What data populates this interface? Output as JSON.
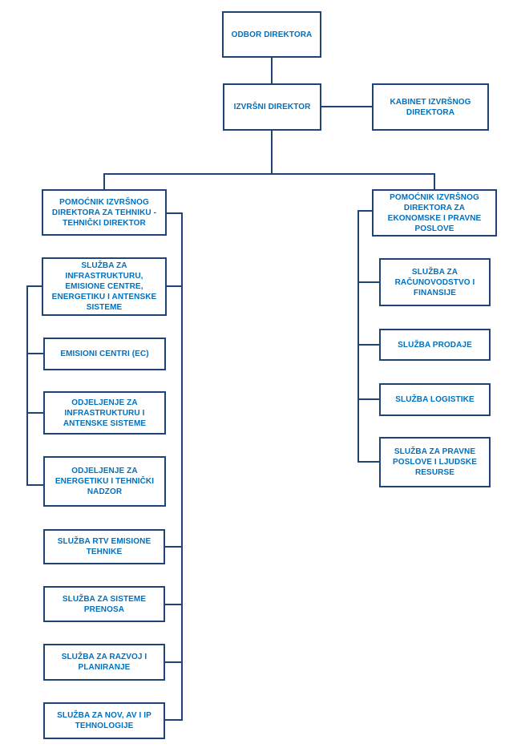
{
  "palette": {
    "box_border": "#1F4578",
    "connector_line": "#1F4578",
    "box_text": "#0070C0",
    "background": "#FFFFFF"
  },
  "org_chart": {
    "board": {
      "label": "ODBOR DIREKTORA"
    },
    "executive_director": {
      "label": "IZVRŠNI DIREKTOR"
    },
    "cabinet": {
      "label": "KABINET IZVRŠNOG\nDIREKTORA"
    },
    "technical_branch": {
      "head": {
        "label": "POMOĆNIK IZVRŠNOG\nDIREKTORA ZA TEHNIKU -\nTEHNIČKI DIREKTOR"
      },
      "units": [
        {
          "label": "SLUŽBA ZA\nINFRASTRUKTURU,\nEMISIONE CENTRE,\nENERGETIKU I ANTENSKE\nSISTEME",
          "sub_units": [
            {
              "label": "EMISIONI CENTRI (EC)"
            },
            {
              "label": "ODJELJENJE ZA\nINFRASTRUKTURU I\nANTENSKE SISTEME"
            },
            {
              "label": "ODJELJENJE ZA\nENERGETIKU I TEHNIČKI\nNADZOR"
            }
          ]
        },
        {
          "label": "SLUŽBA RTV EMISIONE\nTEHNIKE"
        },
        {
          "label": "SLUŽBA ZA SISTEME\nPRENOSA"
        },
        {
          "label": "SLUŽBA ZA RAZVOJ I\nPLANIRANJE"
        },
        {
          "label": "SLUŽBA ZA NOV, AV I IP\nTEHNOLOGIJE"
        }
      ]
    },
    "economic_branch": {
      "head": {
        "label": "POMOĆNIK IZVRŠNOG\nDIREKTORA ZA\nEKONOMSKE I PRAVNE\nPOSLOVE"
      },
      "units": [
        {
          "label": "SLUŽBA ZA\nRAČUNOVODSTVO I\nFINANSIJE"
        },
        {
          "label": "SLUŽBA PRODAJE"
        },
        {
          "label": "SLUŽBA LOGISTIKE"
        },
        {
          "label": "SLUŽBA ZA PRAVNE\nPOSLOVE I LJUDSKE\nRESURSE"
        }
      ]
    }
  }
}
